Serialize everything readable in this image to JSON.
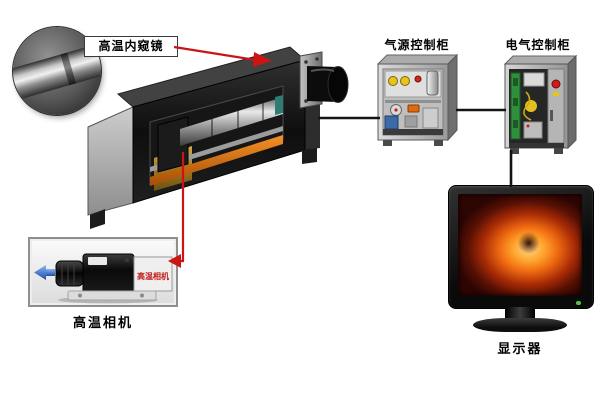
{
  "labels": {
    "endoscope": "高温内窥镜",
    "air_cabinet": "气源控制柜",
    "electric_cabinet": "电气控制柜",
    "camera": "高温相机",
    "camera_tag": "高温相机",
    "monitor": "显示器"
  },
  "colors": {
    "background": "#ffffff",
    "connection_black": "#141414",
    "connection_red": "#cc1414",
    "arrow_blue": "#2b5fd0",
    "rail_orange": "#e07818",
    "monitor_glow": "#ff9a2e"
  },
  "connections": [
    {
      "from": "endoscope-label",
      "to": "protective-housing",
      "style": "red-arrow"
    },
    {
      "from": "protective-housing",
      "to": "camera-photo",
      "style": "red-arrow"
    },
    {
      "from": "protective-housing",
      "to": "air-control-cabinet",
      "style": "black-cable"
    },
    {
      "from": "air-control-cabinet",
      "to": "electric-control-cabinet",
      "style": "black-cable"
    },
    {
      "from": "electric-control-cabinet",
      "to": "monitor",
      "style": "black-cable"
    }
  ]
}
